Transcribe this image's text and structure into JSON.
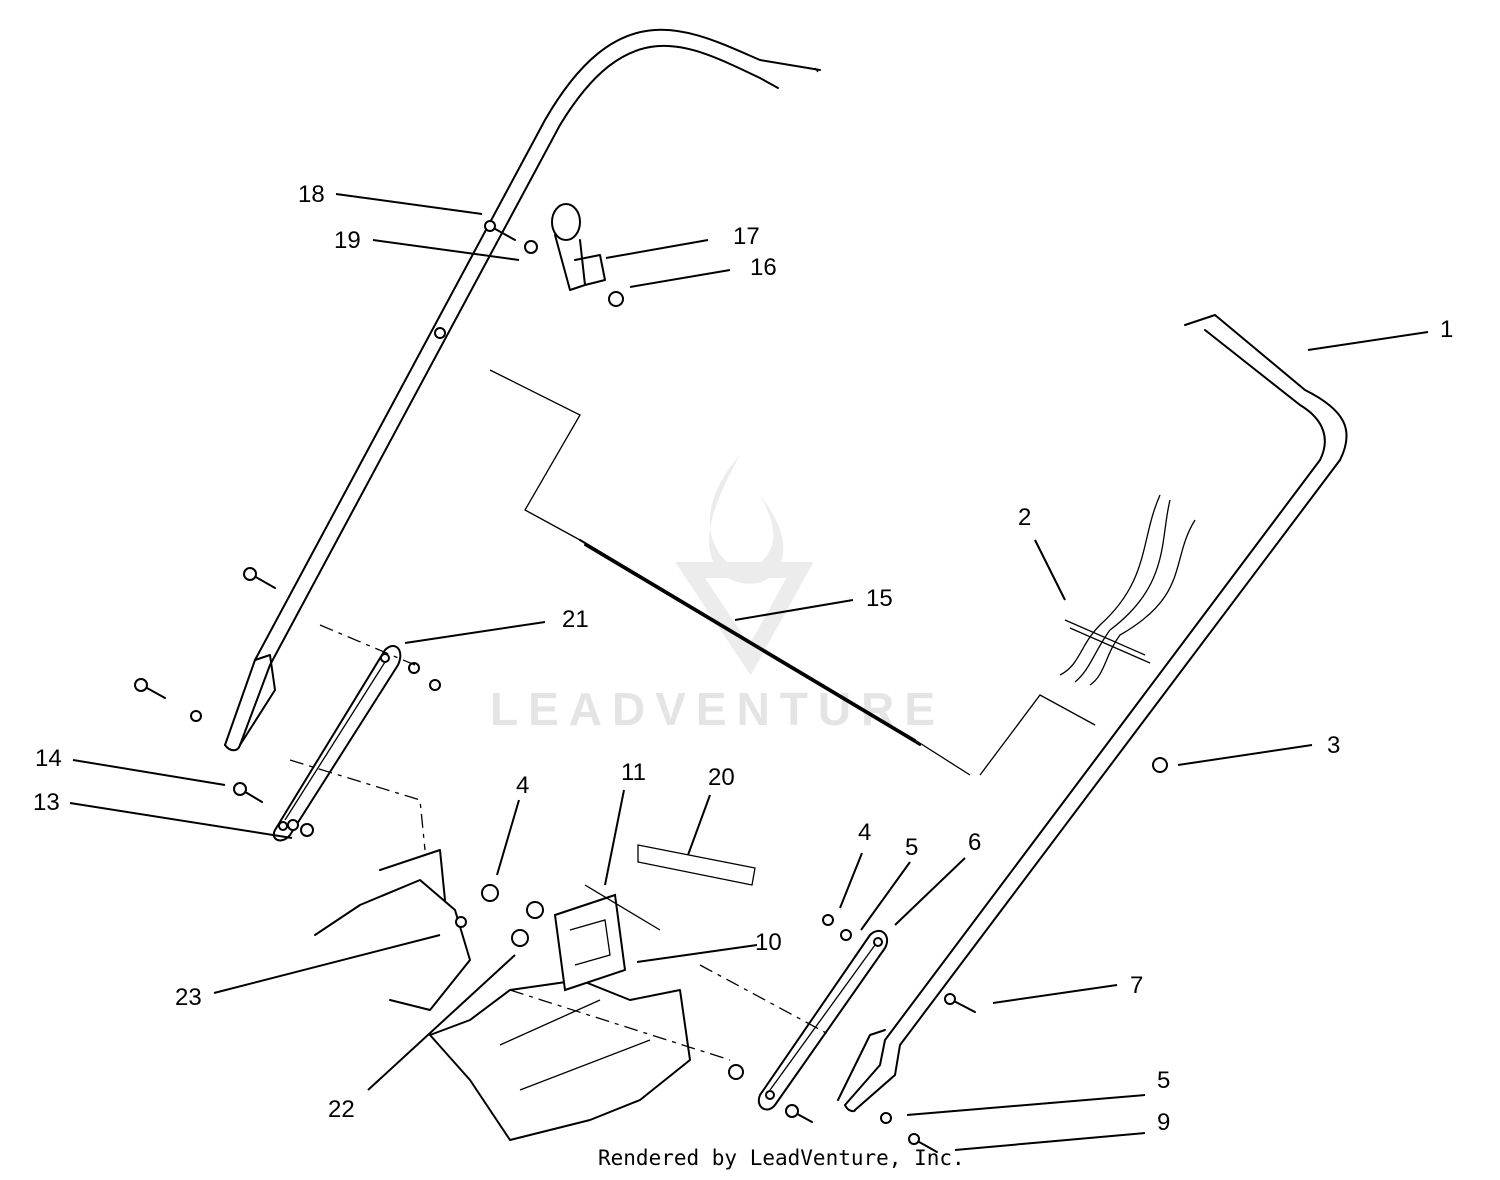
{
  "watermark": {
    "brand": "LEADVENTURE"
  },
  "credit": "Rendered by LeadVenture, Inc.",
  "callouts": [
    {
      "id": "c1",
      "text": "1"
    },
    {
      "id": "c2",
      "text": "2"
    },
    {
      "id": "c3",
      "text": "3"
    },
    {
      "id": "c4a",
      "text": "4"
    },
    {
      "id": "c4b",
      "text": "4"
    },
    {
      "id": "c5a",
      "text": "5"
    },
    {
      "id": "c5b",
      "text": "5"
    },
    {
      "id": "c6",
      "text": "6"
    },
    {
      "id": "c7",
      "text": "7"
    },
    {
      "id": "c9",
      "text": "9"
    },
    {
      "id": "c10",
      "text": "10"
    },
    {
      "id": "c11",
      "text": "11"
    },
    {
      "id": "c13",
      "text": "13"
    },
    {
      "id": "c14",
      "text": "14"
    },
    {
      "id": "c15",
      "text": "15"
    },
    {
      "id": "c16",
      "text": "16"
    },
    {
      "id": "c17",
      "text": "17"
    },
    {
      "id": "c18",
      "text": "18"
    },
    {
      "id": "c19",
      "text": "19"
    },
    {
      "id": "c20",
      "text": "20"
    },
    {
      "id": "c21",
      "text": "21"
    },
    {
      "id": "c22",
      "text": "22"
    },
    {
      "id": "c23",
      "text": "23"
    }
  ]
}
